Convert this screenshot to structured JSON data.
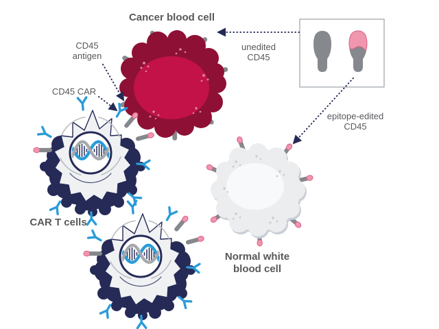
{
  "figure": {
    "labels": {
      "cancer_cell": "Cancer blood cell",
      "cd45_antigen": [
        "CD45",
        "antigen"
      ],
      "cd45_car": "CD45 CAR",
      "unedited_cd45": [
        "unedited",
        "CD45"
      ],
      "epitope_edited_cd45": [
        "epitope-edited",
        "CD45"
      ],
      "car_t_cells": "CAR T cells",
      "normal_white_blood_cell": [
        "Normal white",
        "blood cell"
      ]
    },
    "icons": {
      "cd45-antigen-icon": "gray capsule stub receptor",
      "edited-cd45-icon": "gray capsule stub with pink epitope tip",
      "unedited-cd45-pin-icon": "gray pin shape",
      "edited-cd45-pin-icon": "gray pin shape with pink cap",
      "car-receptor-icon": "blue Y-shaped chimeric antigen receptor",
      "dna-helix-icon": "double helix in nucleus",
      "dotted-arrow-icon": "navy dotted pointer arrow"
    },
    "colors": {
      "cancer_outer": "#8E1035",
      "cancer_inner": "#C21248",
      "receptor_gray": "#85888D",
      "receptor_pink": "#F096AF",
      "receptor_pink_stroke": "#D95F85",
      "car_blue": "#2B9CD8",
      "navy": "#252A56",
      "cell_white": "#EFF1F3",
      "cell_light": "#ECEDEF",
      "cell_rim": "#C9CFD8",
      "inner_white": "#F8F9FA",
      "label_gray": "#57585B",
      "box_border": "#A2A7AE",
      "dna_gray": "#A6A9AE",
      "arc_gray": "#B9BCC1",
      "speckle_pink": "#DE96AC",
      "speckle_gray": "#C5C9CF"
    }
  }
}
